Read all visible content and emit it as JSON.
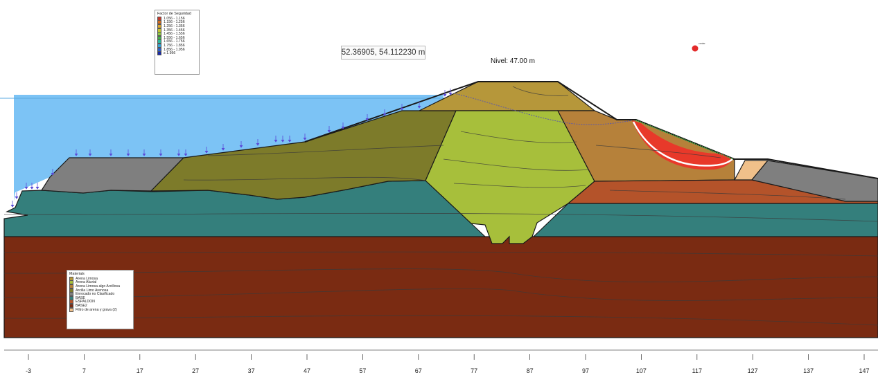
{
  "safety_legend": {
    "title": "Factor de Seguridad",
    "ranges": [
      {
        "label": "1.056 - 1.156",
        "color": "#c0392b"
      },
      {
        "label": "1.156 - 1.256",
        "color": "#d46a1f"
      },
      {
        "label": "1.256 - 1.356",
        "color": "#d9a62a"
      },
      {
        "label": "1.356 - 1.456",
        "color": "#c4c430"
      },
      {
        "label": "1.456 - 1.556",
        "color": "#8dc63f"
      },
      {
        "label": "1.556 - 1.656",
        "color": "#3fae49"
      },
      {
        "label": "1.656 - 1.756",
        "color": "#2eb59a"
      },
      {
        "label": "1.756 - 1.856",
        "color": "#33a3d6"
      },
      {
        "label": "1.856 - 1.956",
        "color": "#2a5fd1"
      },
      {
        "label": "≥ 1.956",
        "color": "#1a2aa8"
      }
    ]
  },
  "materials_legend": {
    "title": "Materials",
    "items": [
      {
        "label": "Arena Limosa",
        "color": "#b6973a"
      },
      {
        "label": "Arena Aluvial",
        "color": "#a7bf3b"
      },
      {
        "label": "Arena Limosa algo Arcillosa",
        "color": "#b6813a"
      },
      {
        "label": "Arcilla Limo Arenosa",
        "color": "#7d7b2a"
      },
      {
        "label": "Enrocado no Clasificado",
        "color": "#7f7f7f"
      },
      {
        "label": "BASE",
        "color": "#347f7c"
      },
      {
        "label": "ESPALDON",
        "color": "#b4532a"
      },
      {
        "label": "BASE2",
        "color": "#7a2b12"
      },
      {
        "label": "Filtro de arena y grava (2)",
        "color": "#f0c08a"
      }
    ]
  },
  "coordinate_readout": "52.36905, 54.112230 m",
  "water_level_label": "Nivel: 47.00 m",
  "slip_center_label": "center",
  "x_axis": {
    "ticks": [
      "-3",
      "7",
      "17",
      "27",
      "37",
      "47",
      "57",
      "67",
      "77",
      "87",
      "97",
      "107",
      "117",
      "127",
      "137",
      "147"
    ]
  }
}
